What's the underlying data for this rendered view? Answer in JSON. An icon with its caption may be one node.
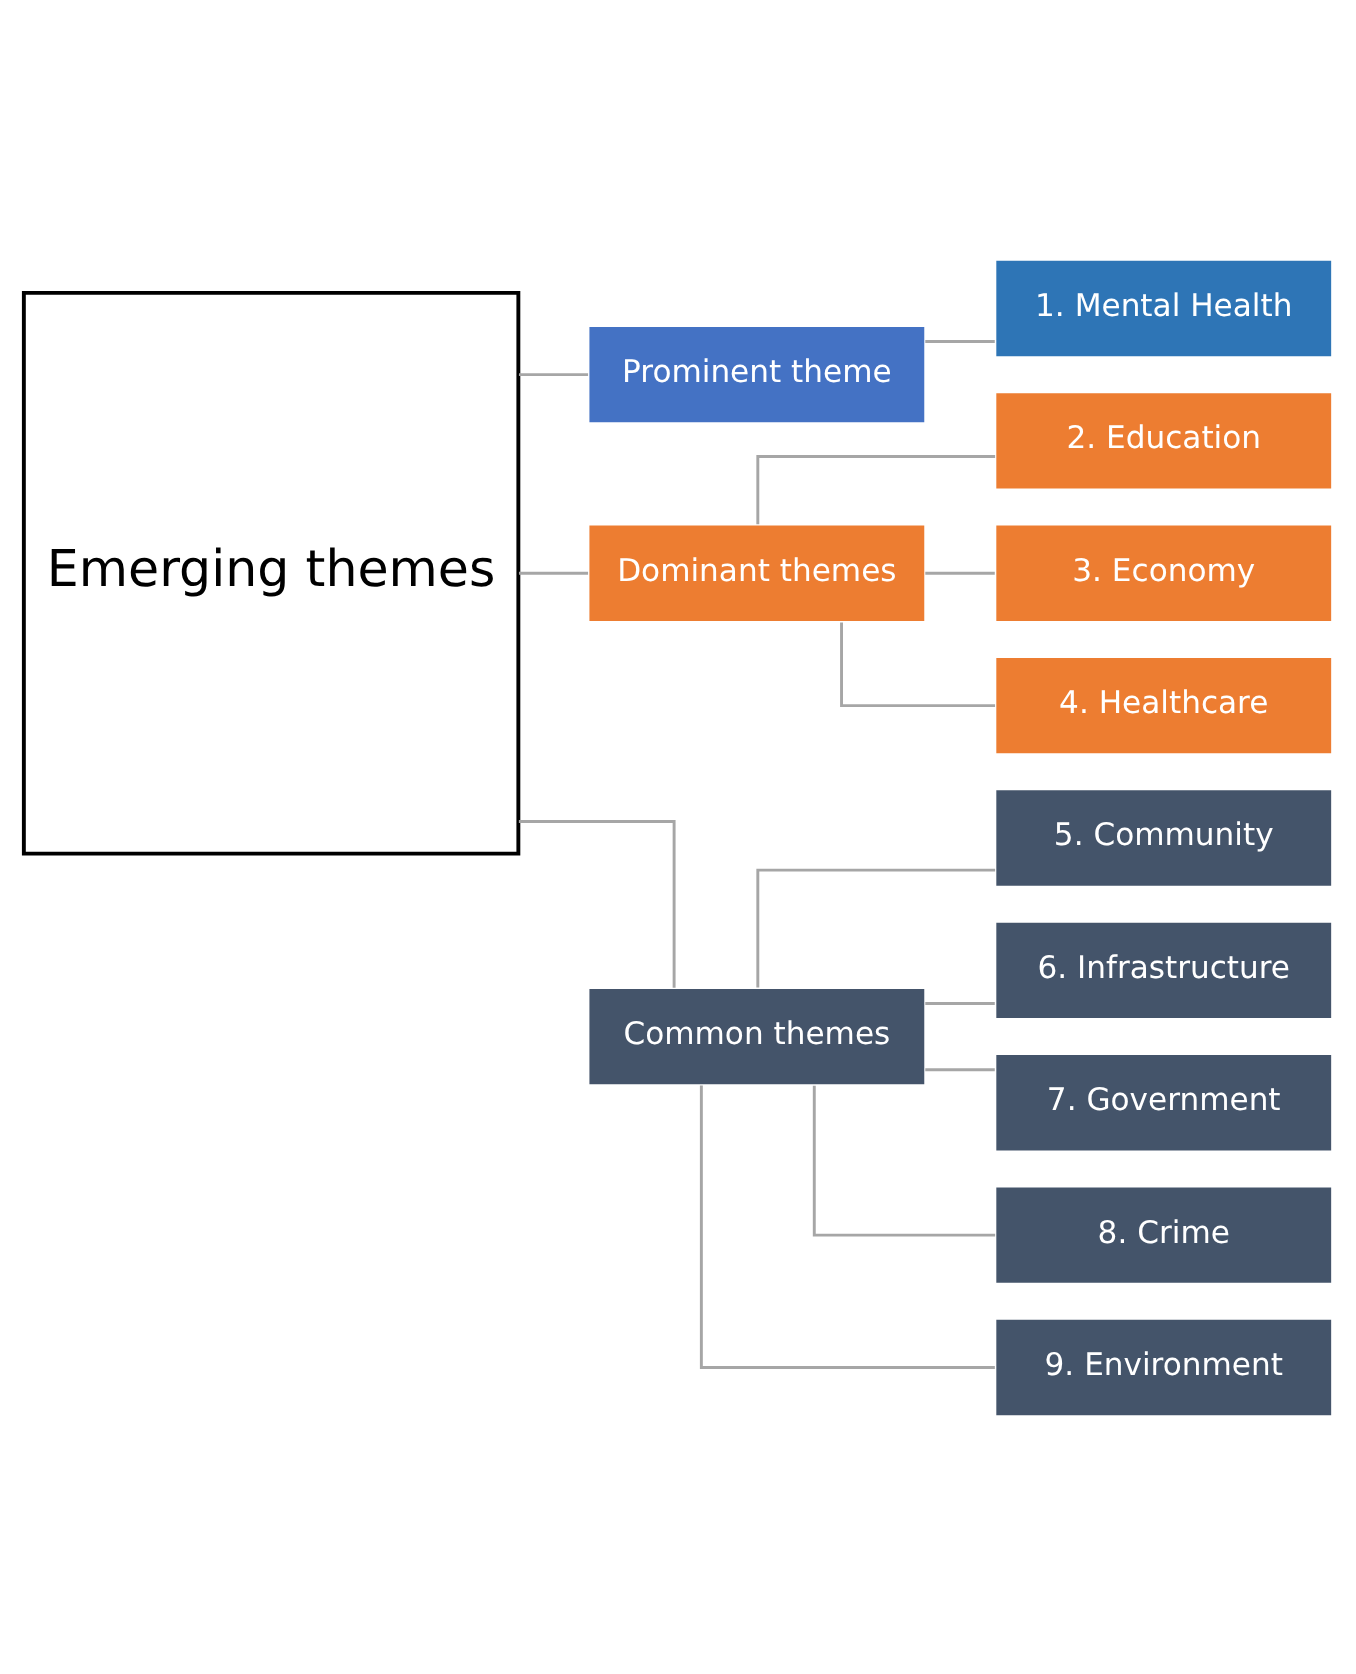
{
  "diagram": {
    "nodes": [
      {
        "text": [
          "Emerging themes"
        ]
      },
      {
        "text": [
          "Prominent theme"
        ]
      },
      {
        "text": [
          "Dominant themes"
        ]
      },
      {
        "text": [
          "Common themes"
        ]
      },
      {
        "text": [
          "1. Mental Health"
        ]
      },
      {
        "text": [
          "2. Education"
        ]
      },
      {
        "text": [
          "3. Economy"
        ]
      },
      {
        "text": [
          "4. Healthcare"
        ]
      },
      {
        "text": [
          "5. Community"
        ]
      },
      {
        "text": [
          "6. Infrastructure"
        ]
      },
      {
        "text": [
          "7. Government"
        ]
      },
      {
        "text": [
          "8. Crime"
        ]
      },
      {
        "text": [
          "9. Environment"
        ]
      }
    ],
    "edges": [
      {
        "from": 0,
        "to": 1,
        "arrow": "none"
      },
      {
        "from": 0,
        "to": 2,
        "arrow": "none"
      },
      {
        "from": 0,
        "to": 3,
        "arrow": "none"
      },
      {
        "from": 1,
        "to": 4,
        "arrow": "none"
      },
      {
        "from": 2,
        "to": 5,
        "arrow": "none"
      },
      {
        "from": 2,
        "to": 6,
        "arrow": "none"
      },
      {
        "from": 2,
        "to": 7,
        "arrow": "none"
      },
      {
        "from": 3,
        "to": 8,
        "arrow": "none"
      },
      {
        "from": 3,
        "to": 9,
        "arrow": "none"
      },
      {
        "from": 3,
        "to": 10,
        "arrow": "none"
      },
      {
        "from": 3,
        "to": 11,
        "arrow": "none"
      },
      {
        "from": 3,
        "to": 12,
        "arrow": "none"
      }
    ]
  }
}
